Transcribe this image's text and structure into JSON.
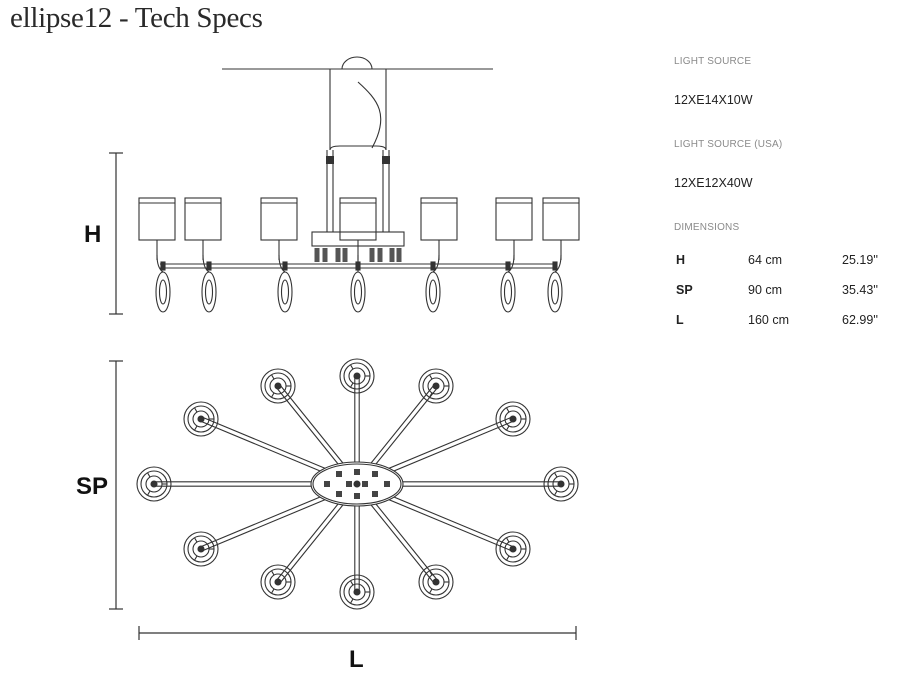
{
  "title": "ellipse12 - Tech Specs",
  "specs": {
    "light_source_label": "LIGHT SOURCE",
    "light_source_value": "12XE14X10W",
    "light_source_usa_label": "LIGHT SOURCE (USA)",
    "light_source_usa_value": "12XE12X40W",
    "dimensions_label": "DIMENSIONS",
    "dimensions": [
      {
        "key": "H",
        "cm": "64 cm",
        "inch": "25.19''"
      },
      {
        "key": "SP",
        "cm": "90 cm",
        "inch": "35.43''"
      },
      {
        "key": "L",
        "cm": "160 cm",
        "inch": "62.99''"
      }
    ]
  },
  "drawing": {
    "label_h": "H",
    "label_sp": "SP",
    "label_l": "L",
    "line_color": "#333333"
  }
}
